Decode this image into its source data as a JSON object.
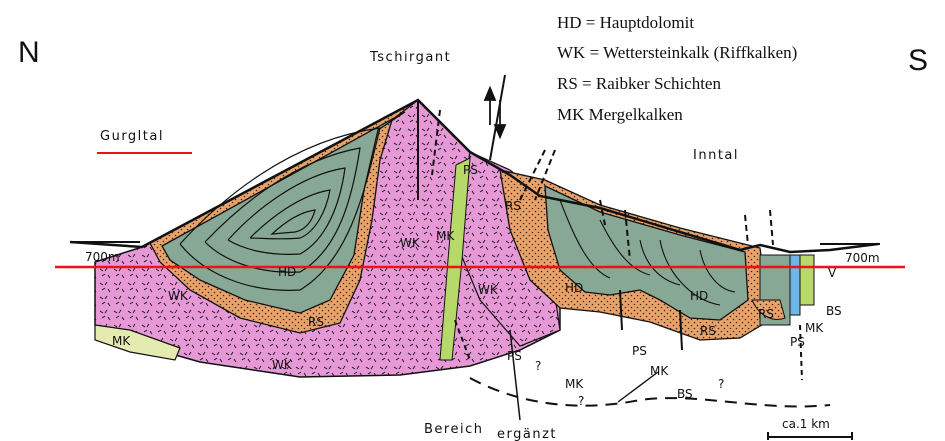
{
  "compass": {
    "north": "N",
    "south": "S"
  },
  "legend": [
    "HD = Hauptdolomit",
    "WK = Wettersteinkalk (Riffkalken)",
    "RS = Raibker Schichten",
    "MK Mergelkalken"
  ],
  "places": {
    "peak": "Tschirgant",
    "left_valley": "Gurgltal",
    "right_valley": "Inntal"
  },
  "elevation": {
    "left": "700m",
    "right": "700m"
  },
  "units": {
    "hd_1": "HD",
    "hd_2": "HD",
    "hd_3": "HD",
    "wk_1": "WK",
    "wk_2": "WK",
    "wk_3": "WK",
    "wk_4": "WK",
    "rs_1": "RS",
    "rs_2": "RS",
    "rs_3": "RS",
    "rs_4": "RS",
    "mk_1": "MK",
    "mk_2": "MK",
    "mk_3": "MK",
    "mk_4": "MK",
    "mk_5": "MK",
    "ps_1": "PS",
    "ps_2": "PS",
    "ps_3": "PS",
    "ps_4": "PS",
    "bs_1": "BS",
    "bs_2": "BS",
    "q_1": "?",
    "q_2": "?",
    "q_3": "?",
    "v_1": "V"
  },
  "footer": {
    "extended_word1": "Bereich",
    "extended_word2": "ergänzt"
  },
  "scale": {
    "label": "ca.1 km"
  },
  "colors": {
    "wk": "#e699d6",
    "hd": "#88a896",
    "rs": "#e8a26a",
    "mk": "#e4eab0",
    "marker": "#e8131b",
    "lines": "#111111"
  }
}
